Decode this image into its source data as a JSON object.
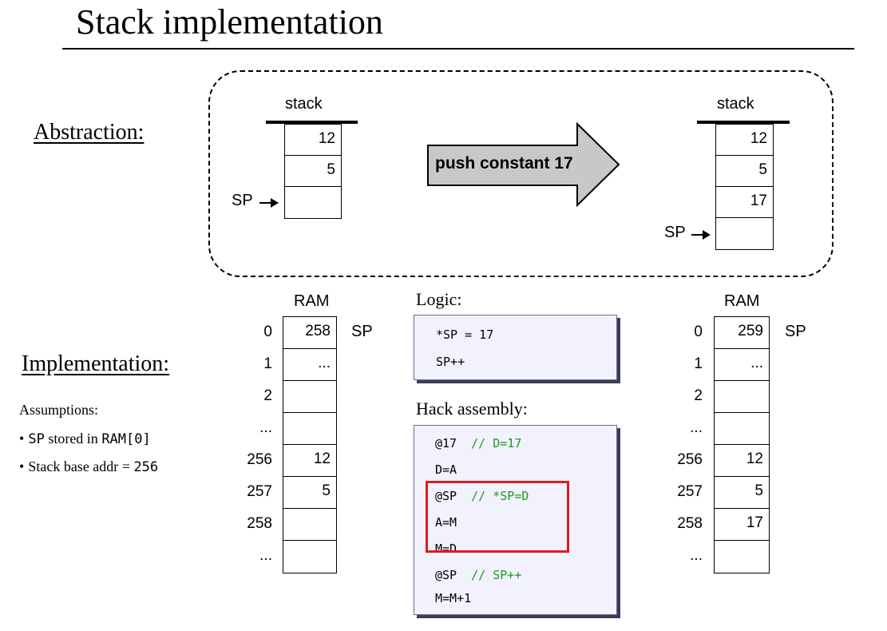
{
  "title": "Stack implementation",
  "sections": {
    "abstraction": "Abstraction:",
    "implementation": "Implementation:"
  },
  "assumptions": {
    "heading": "Assumptions:",
    "bullet_glyph": "•",
    "items": [
      {
        "code": "SP",
        "text": " stored in ",
        "code2": "RAM[0]"
      },
      {
        "text": "Stack base addr = ",
        "code": "256"
      }
    ]
  },
  "abstraction": {
    "operation": "push constant 17",
    "before": {
      "label": "stack",
      "cells": [
        "12",
        "5",
        ""
      ],
      "pointer": "SP"
    },
    "after": {
      "label": "stack",
      "cells": [
        "12",
        "5",
        "17",
        ""
      ],
      "pointer": "SP"
    }
  },
  "ram_before": {
    "label": "RAM",
    "rows": [
      {
        "index": "0",
        "value": "258",
        "note": "SP"
      },
      {
        "index": "1",
        "value": "...",
        "note": ""
      },
      {
        "index": "2",
        "value": "",
        "note": ""
      },
      {
        "index": "...",
        "value": "",
        "note": ""
      },
      {
        "index": "256",
        "value": "12",
        "note": ""
      },
      {
        "index": "257",
        "value": "5",
        "note": ""
      },
      {
        "index": "258",
        "value": "",
        "note": ""
      },
      {
        "index": "...",
        "value": "",
        "note": ""
      }
    ]
  },
  "ram_after": {
    "label": "RAM",
    "rows": [
      {
        "index": "0",
        "value": "259",
        "note": "SP"
      },
      {
        "index": "1",
        "value": "...",
        "note": ""
      },
      {
        "index": "2",
        "value": "",
        "note": ""
      },
      {
        "index": "...",
        "value": "",
        "note": ""
      },
      {
        "index": "256",
        "value": "12",
        "note": ""
      },
      {
        "index": "257",
        "value": "5",
        "note": ""
      },
      {
        "index": "258",
        "value": "17",
        "note": ""
      },
      {
        "index": "...",
        "value": "",
        "note": ""
      }
    ]
  },
  "logic": {
    "label": "Logic:",
    "lines": [
      "*SP = 17",
      "SP++"
    ]
  },
  "hack": {
    "label": "Hack assembly:",
    "lines": [
      {
        "code": "@17",
        "comment": "// D=17"
      },
      {
        "code": "D=A",
        "comment": ""
      },
      {
        "code": "@SP",
        "comment": "// *SP=D"
      },
      {
        "code": "A=M",
        "comment": ""
      },
      {
        "code": "M=D",
        "comment": ""
      },
      {
        "code": "@SP",
        "comment": "// SP++"
      },
      {
        "code": "M=M+1",
        "comment": ""
      }
    ]
  },
  "colors": {
    "highlight": "#e31b1b",
    "comment": "#1a9a1a",
    "code_bg": "#f2f2ff",
    "arrow_fill": "#c8c8c8"
  }
}
